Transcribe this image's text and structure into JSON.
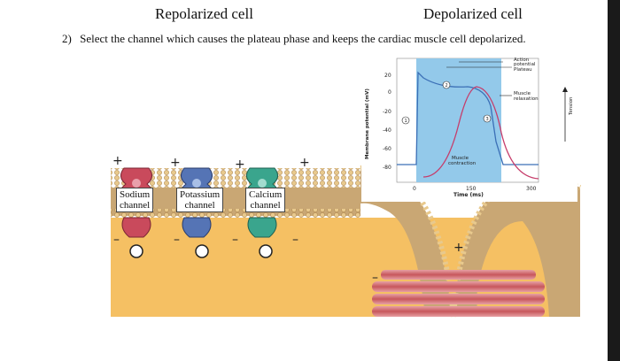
{
  "header": {
    "left_title": "Repolarized cell",
    "right_title": "Depolarized cell"
  },
  "question": {
    "number": "2)",
    "text": "Select the channel which causes the plateau phase and keeps the cardiac muscle cell depolarized."
  },
  "channels": [
    {
      "label_line1": "Sodium",
      "label_line2": "channel",
      "color": "#c94a5c"
    },
    {
      "label_line1": "Potassium",
      "label_line2": "channel",
      "color": "#5574b5"
    },
    {
      "label_line1": "Calcium",
      "label_line2": "channel",
      "color": "#3aa58d"
    }
  ],
  "graph": {
    "legend_action_potential_1": "Action",
    "legend_action_potential_2": "potential",
    "legend_plateau": "Plateau",
    "legend_muscle_relaxation_1": "Muscle",
    "legend_muscle_relaxation_2": "relaxation",
    "contraction_label_1": "Muscle",
    "contraction_label_2": "contraction",
    "ylabel": "Membrane potential (mV)",
    "xlabel": "Time (ms)",
    "tension_label": "Tension",
    "y_ticks": [
      "20",
      "0",
      "-20",
      "-40",
      "-60",
      "-80"
    ],
    "x_ticks": [
      "0",
      "150",
      "300"
    ],
    "phase_marks": [
      "1",
      "2",
      "3"
    ]
  },
  "colors": {
    "cytoplasm": "#f5c063",
    "membrane": "#c8a46a",
    "plateau_fill": "#93c9ea",
    "action_potential_line": "#3b6fb6",
    "tension_line": "#c63c6a"
  }
}
